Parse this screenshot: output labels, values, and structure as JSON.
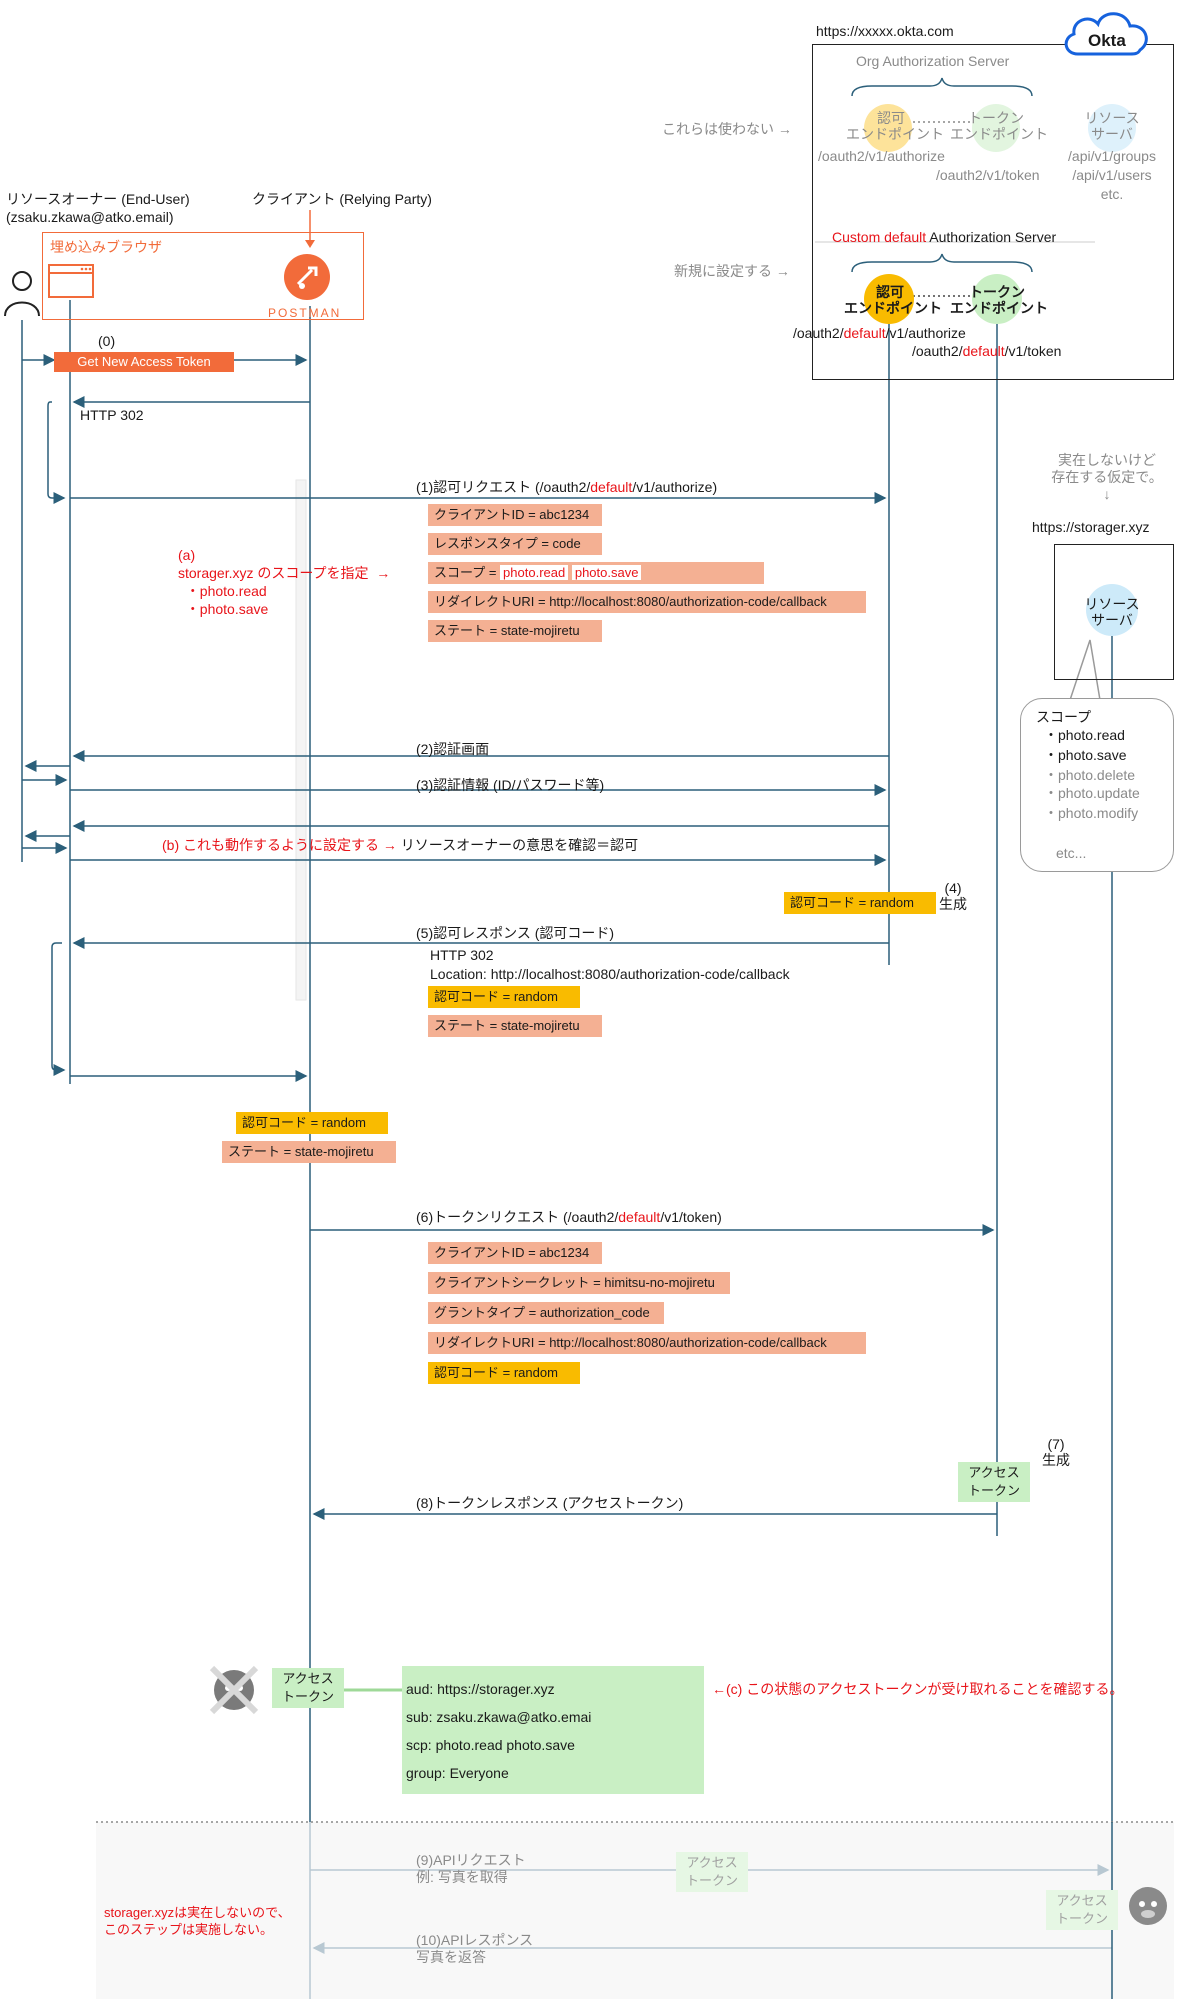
{
  "okta": {
    "url": "https://xxxxx.okta.com",
    "logo": "Okta",
    "org_server": "Org Authorization Server",
    "unused_note": "これらは使わない →",
    "new_note": "新規に設定する →",
    "org_authz_ep": "認可\nエンドポイント",
    "org_authz_path": "/oauth2/v1/authorize",
    "org_token_ep": "トークン\nエンドポイント",
    "org_token_path": "/oauth2/v1/token",
    "resource_server": "リソース\nサーバ",
    "org_resource_paths": "/api/v1/groups\n/api/v1/users\netc.",
    "custom_prefix": "Custom default",
    "custom_suffix": "Authorization Server",
    "custom_authz_ep": "認可\nエンドポイント",
    "custom_authz_path_a": "/oauth2/",
    "custom_authz_path_b": "default",
    "custom_authz_path_c": "/v1/authorize",
    "custom_token_ep": "トークン\nエンドポイント",
    "custom_token_path_a": "/oauth2/",
    "custom_token_path_b": "default",
    "custom_token_path_c": "/v1/token"
  },
  "actors": {
    "owner_label": "リソースオーナー (End-User)",
    "owner_email": "(zsaku.zkawa@atko.email)",
    "client_label": "クライアント (Relying Party)",
    "embedded_browser": "埋め込みブラウザ",
    "postman": "POSTMAN"
  },
  "storager": {
    "note": "実在しないけど\n存在する仮定で。\n↓",
    "url": "https://storager.xyz",
    "resource_server": "リソース\nサーバ",
    "scope_title": "スコープ",
    "scopes_active": [
      "・photo.read",
      "・photo.save"
    ],
    "scopes_inactive": [
      "・photo.delete",
      "・photo.update",
      "・photo.modify"
    ],
    "scopes_etc": "etc..."
  },
  "flow": {
    "step0": "(0)",
    "get_token_button": "Get New Access Token",
    "http302": "HTTP 302",
    "step1_a": "(1)認可リクエスト (/oauth2/",
    "step1_b": "default",
    "step1_c": "/v1/authorize)",
    "authz_req_params": [
      {
        "text": "クライアントID = abc1234",
        "color": "salmon"
      },
      {
        "text": "レスポンスタイプ = code",
        "color": "salmon"
      },
      {
        "text": "スコープ = ",
        "color": "salmon"
      },
      {
        "text": "リダイレクトURI = http://localhost:8080/authorization-code/callback",
        "color": "salmon"
      },
      {
        "text": "ステート = state-mojiretu",
        "color": "salmon"
      }
    ],
    "scope_values": [
      "photo.read",
      "photo.save"
    ],
    "note_a": "(a)\nstorager.xyz のスコープを指定  →\n  ・photo.read\n  ・photo.save",
    "step2": "(2)認証画面",
    "step3": "(3)認証情報 (ID/パスワード等)",
    "note_b": "(b) これも動作するように設定する →",
    "consent": "リソースオーナーの意思を確認＝認可",
    "authz_code_gen": "認可コード = random",
    "step4": "(4)\n生成",
    "step5": "(5)認可レスポンス (認可コード)",
    "authz_resp_lines": "HTTP 302\nLocation: http://localhost:8080/authorization-code/callback",
    "authz_resp_code": "認可コード = random",
    "authz_resp_state": "ステート = state-mojiretu",
    "client_code": "認可コード = random",
    "client_state": "ステート = state-mojiretu",
    "step6_a": "(6)トークンリクエスト (/oauth2/",
    "step6_b": "default",
    "step6_c": "/v1/token)",
    "token_req_params": [
      {
        "text": "クライアントID = abc1234",
        "color": "salmon"
      },
      {
        "text": "クライアントシークレット = himitsu-no-mojiretu",
        "color": "salmon"
      },
      {
        "text": "グラントタイプ = authorization_code",
        "color": "salmon"
      },
      {
        "text": "リダイレクトURI = http://localhost:8080/authorization-code/callback",
        "color": "salmon"
      },
      {
        "text": "認可コード = random",
        "color": "yellow"
      }
    ],
    "access_token": "アクセス\nトークン",
    "step7": "(7)\n生成",
    "step8": "(8)トークンレスポンス (アクセストークン)",
    "token_claims": [
      "aud: https://storager.xyz",
      "sub: zsaku.zkawa@atko.emai",
      "scp: photo.read photo.save",
      "group: Everyone"
    ],
    "note_c": "←(c) この状態のアクセストークンが受け取れることを確認する。",
    "step9": "(9)APIリクエスト\n例: 写真を取得",
    "step10": "(10)APIレスポンス\n写真を返答",
    "not_executed": "storager.xyzは実在しないので、\nこのステップは実施しない。"
  },
  "colors": {
    "line": "#2b5f7a",
    "orange": "#f26b3a",
    "salmon": "#f4b093",
    "yellow": "#f9bb00",
    "green": "#c9efc4",
    "red": "#e8141a",
    "okta_blue": "#1662dd"
  }
}
